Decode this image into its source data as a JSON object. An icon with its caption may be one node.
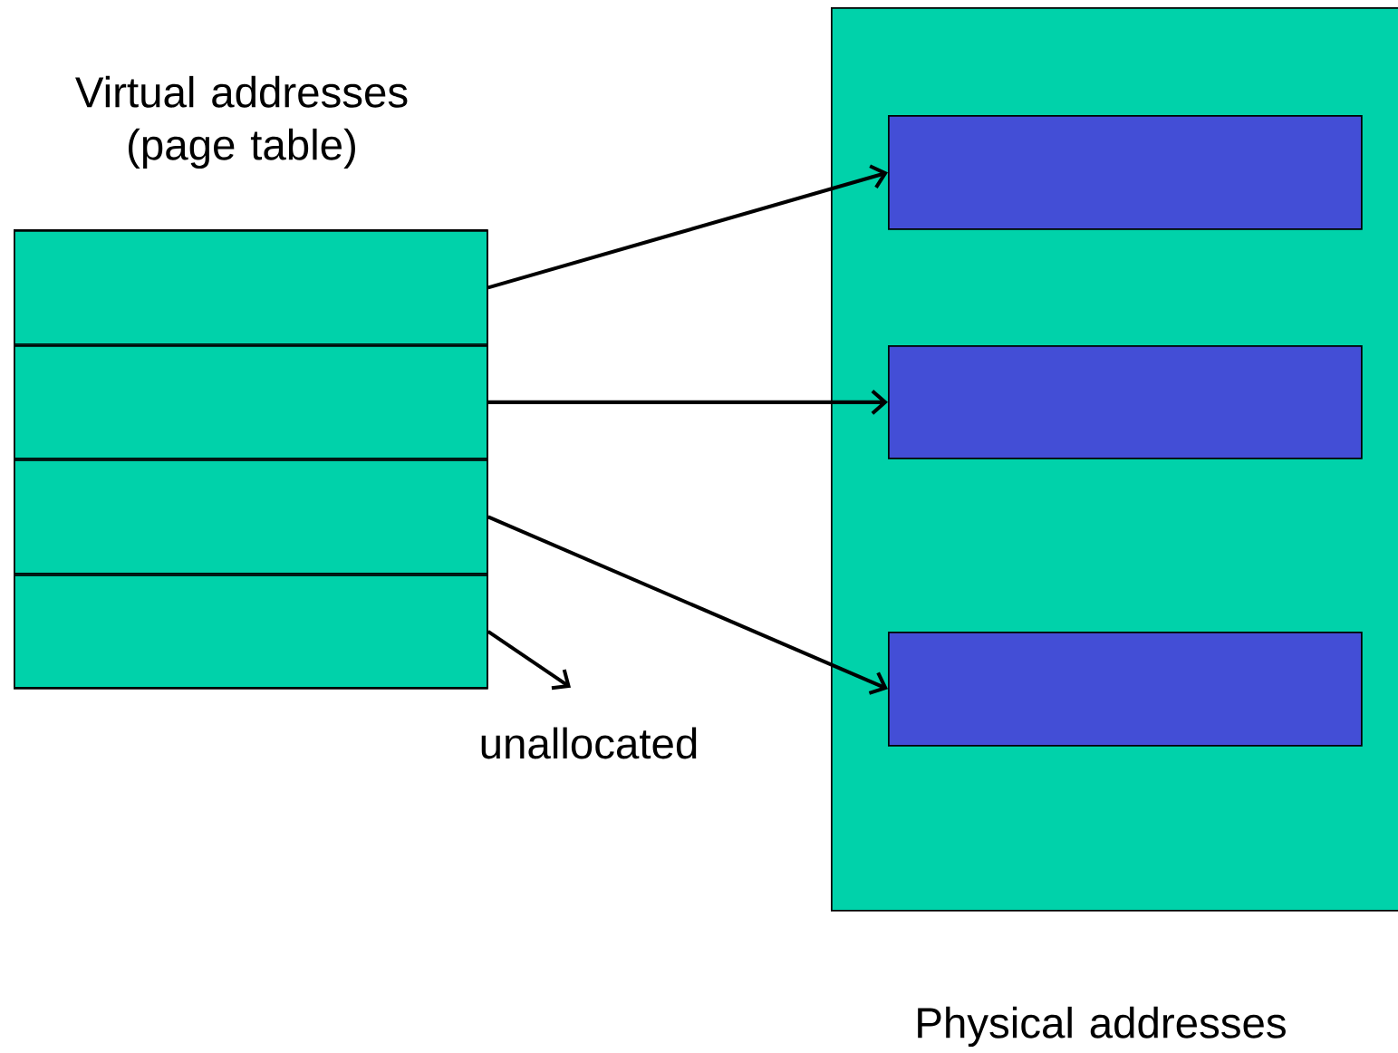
{
  "diagram": {
    "nodes": [
      {
        "text": [
          "Virtual addresses (page table)"
        ]
      },
      {
        "text": [],
        "shape": "box",
        "in": 0
      },
      {
        "text": [],
        "shape": "box",
        "in": 0
      },
      {
        "text": [],
        "shape": "box",
        "in": 0
      },
      {
        "text": [],
        "shape": "box",
        "in": 0
      },
      {
        "text": [
          "Physical addresses"
        ]
      },
      {
        "text": [],
        "shape": "box",
        "in": 5
      },
      {
        "text": [],
        "shape": "box",
        "in": 5
      },
      {
        "text": [],
        "shape": "box",
        "in": 5
      },
      {
        "text": [
          "unallocated"
        ]
      }
    ],
    "edges": [
      {
        "from": 1,
        "to": 6,
        "arrow": "to"
      },
      {
        "from": 2,
        "to": 7,
        "arrow": "to"
      },
      {
        "from": 3,
        "to": 8,
        "arrow": "to"
      },
      {
        "from": 4,
        "to": 9,
        "arrow": "to"
      }
    ]
  }
}
